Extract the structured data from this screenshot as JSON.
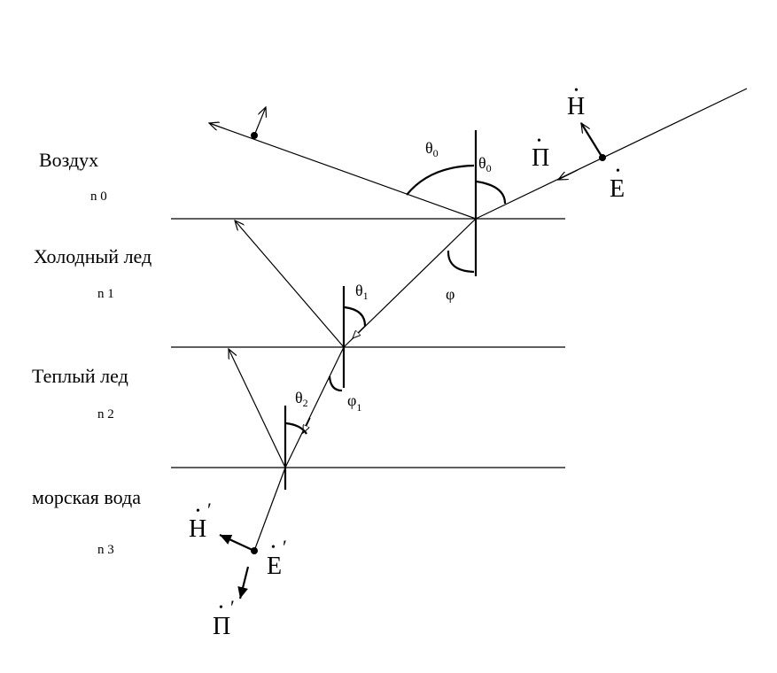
{
  "media": [
    {
      "name": "Воздух",
      "index": "n 0"
    },
    {
      "name": "Холодный лед",
      "index": "n 1"
    },
    {
      "name": "Теплый лед",
      "index": "n 2"
    },
    {
      "name": "морская вода",
      "index": "n 3"
    }
  ],
  "vectors": {
    "H": "H",
    "E": "E",
    "P": "П",
    "H_prime": "H",
    "E_prime": "E",
    "P_prime": "П",
    "prime": "′",
    "dot": "•"
  },
  "angles": {
    "theta": "θ",
    "phi": "φ",
    "sub0": "0",
    "sub1": "1",
    "sub2": "2"
  }
}
